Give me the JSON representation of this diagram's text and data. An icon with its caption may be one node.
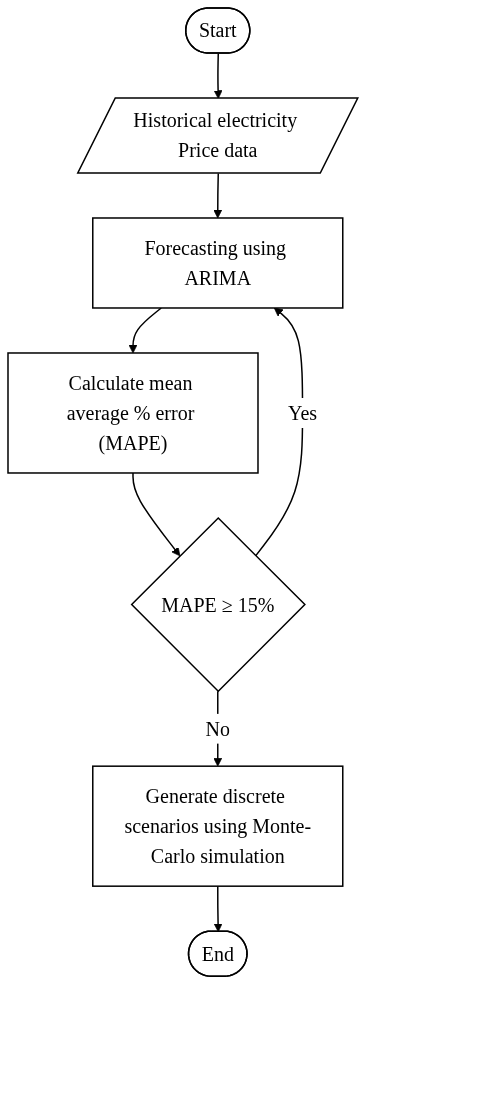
{
  "diagram": {
    "nodes": [
      {
        "text": [
          "Start"
        ]
      },
      {
        "text": [
          "Historical electricity Price data"
        ]
      },
      {
        "text": [
          "Forecasting using ARIMA"
        ]
      },
      {
        "text": [
          "Calculate mean average % error (MAPE)"
        ]
      },
      {
        "text": [
          "MAPE ≥ 15%"
        ]
      },
      {
        "text": [
          "Generate discrete scenarios using Monte-Carlo simulation"
        ]
      },
      {
        "text": [
          "End"
        ]
      }
    ],
    "edges": [
      {
        "from": 0,
        "to": 1,
        "arrow": "to"
      },
      {
        "from": 1,
        "to": 2,
        "arrow": "to"
      },
      {
        "from": 2,
        "to": 3,
        "arrow": "to"
      },
      {
        "from": 3,
        "to": 4,
        "arrow": "to"
      },
      {
        "from": 4,
        "to": 2,
        "label": "Yes",
        "arrow": "to"
      },
      {
        "from": 4,
        "to": 5,
        "label": "No",
        "arrow": "to"
      },
      {
        "from": 5,
        "to": 6,
        "arrow": "to"
      }
    ]
  }
}
